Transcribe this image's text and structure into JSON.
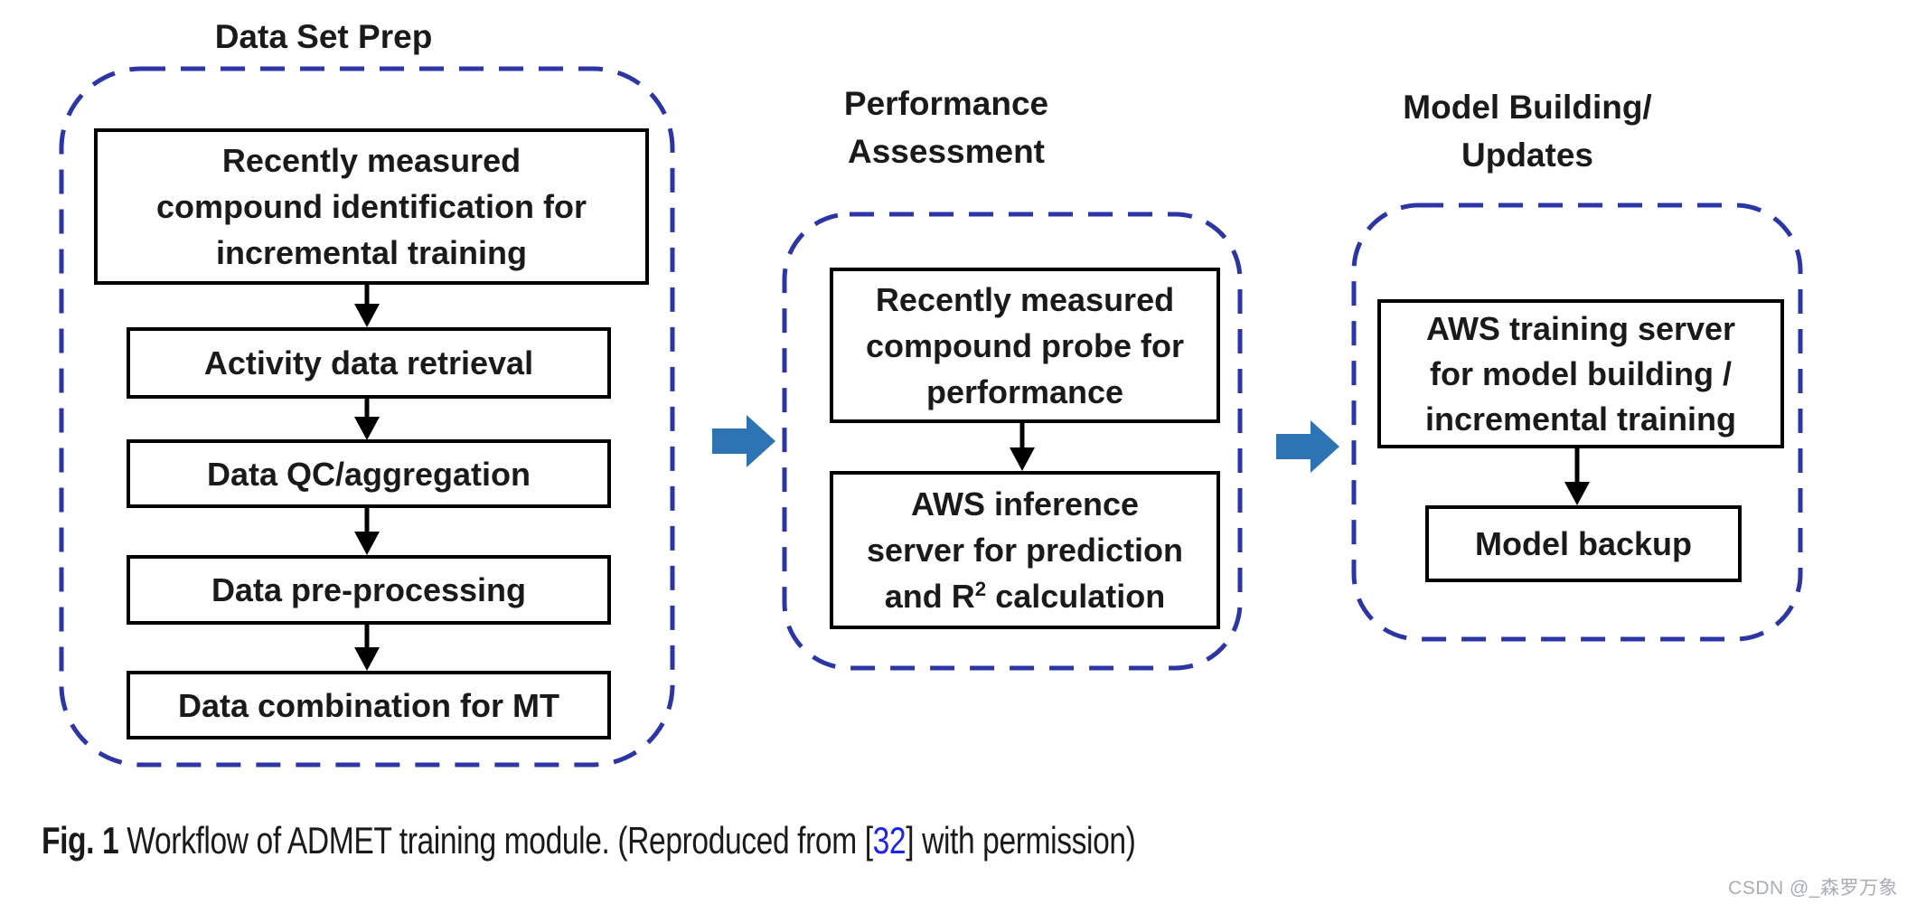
{
  "figure": {
    "panels": [
      {
        "title_lines": [
          "Data Set Prep"
        ],
        "boxes": [
          {
            "lines": [
              "Recently measured",
              "compound identification for",
              "incremental training"
            ]
          },
          {
            "lines": [
              "Activity data retrieval"
            ]
          },
          {
            "lines": [
              "Data QC/aggregation"
            ]
          },
          {
            "lines": [
              "Data pre-processing"
            ]
          },
          {
            "lines": [
              "Data combination for MT"
            ]
          }
        ]
      },
      {
        "title_lines": [
          "Performance",
          "Assessment"
        ],
        "boxes": [
          {
            "lines": [
              "Recently measured",
              "compound probe for",
              "performance"
            ]
          },
          {
            "lines": [
              "AWS inference",
              "server for prediction"
            ],
            "line3_pre": "and R",
            "line3_sup": "2",
            "line3_post": " calculation"
          }
        ]
      },
      {
        "title_lines": [
          "Model Building/",
          "Updates"
        ],
        "boxes": [
          {
            "lines": [
              "AWS training server",
              "for model building /",
              "incremental training"
            ]
          },
          {
            "lines": [
              "Model backup"
            ]
          }
        ]
      }
    ]
  },
  "caption": {
    "fig_label": "Fig. 1",
    "body_1": " Workflow of ADMET training module. (Reproduced from [",
    "ref": "32",
    "body_2": "] with permission)"
  },
  "watermark": "CSDN @_森罗万象",
  "colors": {
    "panel_outline": "#2c35a4",
    "flow_arrow": "#2e74b5",
    "box_border": "#000000",
    "text": "#1a1a1a",
    "ref_link": "#1c25ee",
    "watermark": "#a9adb3"
  }
}
